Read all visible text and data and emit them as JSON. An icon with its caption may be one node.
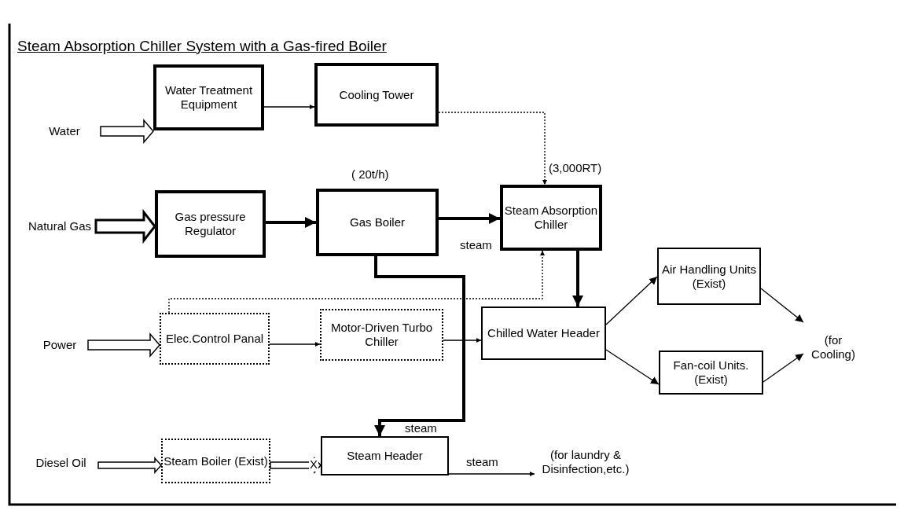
{
  "diagram": {
    "title": "Steam Absorption Chiller System with a Gas-fired Boiler",
    "nodes": [
      {
        "text": [
          "Water"
        ]
      },
      {
        "text": [
          "Water Treatment Equipment"
        ]
      },
      {
        "text": [
          "Cooling Tower"
        ]
      },
      {
        "text": [
          "Natural Gas"
        ]
      },
      {
        "text": [
          "Gas pressure Regulator"
        ]
      },
      {
        "text": [
          "Gas Boiler"
        ],
        "beside": [
          "( 20t/h)"
        ]
      },
      {
        "text": [
          "Steam Absorption Chiller"
        ],
        "beside": [
          "(3,000RT)"
        ]
      },
      {
        "text": [
          "Power"
        ]
      },
      {
        "text": [
          "Elec.Control Panal"
        ]
      },
      {
        "text": [
          "Motor-Driven Turbo Chiller"
        ]
      },
      {
        "text": [
          "Chilled Water Header"
        ]
      },
      {
        "text": [
          "Air Handling Units (Exist)"
        ]
      },
      {
        "text": [
          "Fan-coil Units.(Exist)"
        ]
      },
      {
        "text": [
          "(for Cooling)"
        ]
      },
      {
        "text": [
          "Diesel Oil"
        ]
      },
      {
        "text": [
          "Steam Boiler (Exist)"
        ]
      },
      {
        "text": [
          "Steam Header"
        ]
      },
      {
        "text": [
          "(for laundry & Disinfection,etc.)"
        ]
      }
    ],
    "edges": [
      {
        "from": 0,
        "to": 1,
        "arrow": "to"
      },
      {
        "from": 1,
        "to": 2,
        "arrow": "to"
      },
      {
        "from": 2,
        "to": 6,
        "arrow": "to",
        "style": "dashed"
      },
      {
        "from": 3,
        "to": 4,
        "arrow": "to",
        "style": "thick"
      },
      {
        "from": 4,
        "to": 5,
        "arrow": "to",
        "style": "thick"
      },
      {
        "from": 5,
        "to": 6,
        "arrow": "to",
        "style": "thick",
        "label": "steam"
      },
      {
        "from": 5,
        "to": 16,
        "arrow": "to",
        "style": "thick",
        "label": "steam"
      },
      {
        "from": 8,
        "to": 6,
        "arrow": "to",
        "style": "dashed"
      },
      {
        "from": 7,
        "to": 8,
        "arrow": "to"
      },
      {
        "from": 8,
        "to": 9,
        "arrow": "to"
      },
      {
        "from": 9,
        "to": 10,
        "arrow": "to"
      },
      {
        "from": 6,
        "to": 10,
        "arrow": "to",
        "style": "thick"
      },
      {
        "from": 10,
        "to": 11,
        "arrow": "to"
      },
      {
        "from": 10,
        "to": 12,
        "arrow": "to"
      },
      {
        "from": 11,
        "to": 13,
        "arrow": "to"
      },
      {
        "from": 12,
        "to": 13,
        "arrow": "to"
      },
      {
        "from": 14,
        "to": 15,
        "arrow": "to"
      },
      {
        "from": 15,
        "to": 16,
        "arrow": "to",
        "label": "X"
      },
      {
        "from": 16,
        "to": 17,
        "arrow": "to",
        "label": "steam"
      }
    ]
  }
}
